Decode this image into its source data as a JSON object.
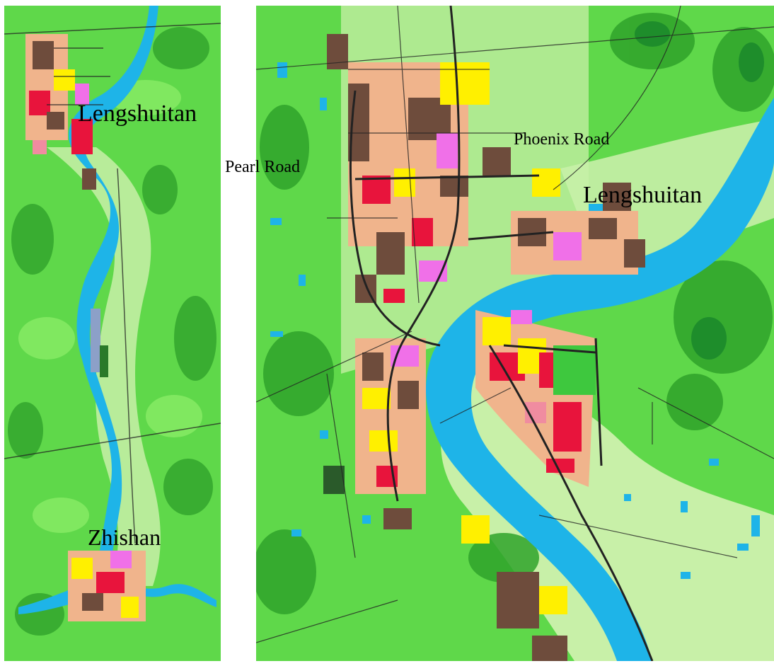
{
  "labels": {
    "left_lengshuitan": "Lengshuitan",
    "left_zhishan": "Zhishan",
    "pearl_road": "Pearl Road",
    "phoenix_road": "Phoenix Road",
    "right_lengshuitan": "Lengshuitan"
  },
  "colors": {
    "land": "#5fd84a",
    "land_light": "#8ef06a",
    "forest": "#2fa32a",
    "plain": "#c8f0a8",
    "river": "#1eb4e8",
    "built_brown": "#6e4c3c",
    "built_pink": "#f08ca0",
    "built_red": "#e8143c",
    "built_yellow": "#fff000",
    "built_magenta": "#f070e8",
    "built_tan": "#f0b48c",
    "road": "#222222"
  }
}
